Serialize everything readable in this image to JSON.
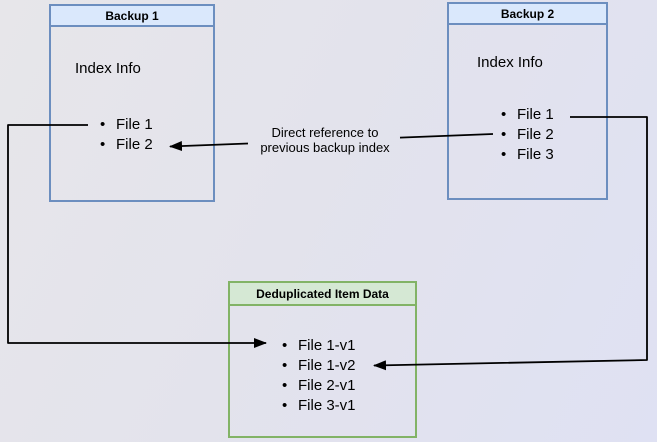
{
  "diagram": {
    "backup1": {
      "title": "Backup 1",
      "info": "Index Info",
      "items": [
        "File 1",
        "File 2"
      ]
    },
    "backup2": {
      "title": "Backup 2",
      "info": "Index Info",
      "items": [
        "File 1",
        "File 2",
        "File 3"
      ]
    },
    "dedup": {
      "title": "Deduplicated Item Data",
      "items": [
        "File 1-v1",
        "File 1-v2",
        "File 2-v1",
        "File 3-v1"
      ]
    },
    "annotation": {
      "line1": "Direct reference to",
      "line2": "previous backup index"
    }
  },
  "colors": {
    "blue_header_fill": "#dae8fc",
    "blue_border": "#6c8ebf",
    "green_header_fill": "#d5e8d4",
    "green_border": "#82b366",
    "arrow": "#000000",
    "background_left": "#e7e6ea",
    "background_right": "#dfe1f3"
  }
}
